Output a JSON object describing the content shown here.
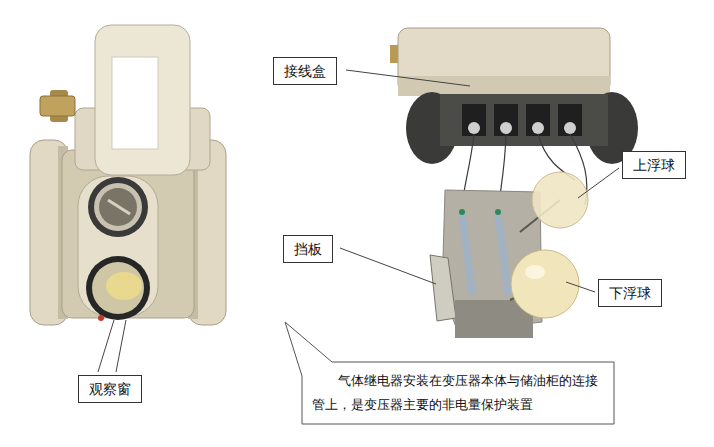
{
  "diagram": {
    "nodes": [
      {
        "text": [
          "接线盒"
        ]
      },
      {
        "text": [
          "上浮球"
        ]
      },
      {
        "text": [
          "挡板"
        ]
      },
      {
        "text": [
          "下浮球"
        ]
      },
      {
        "text": [
          "观察窗"
        ]
      },
      {
        "text": [
          "气体继电器安装在变压器本体与储油柜的连接 管上，是变压器主要的非电量保护装置"
        ]
      }
    ]
  }
}
